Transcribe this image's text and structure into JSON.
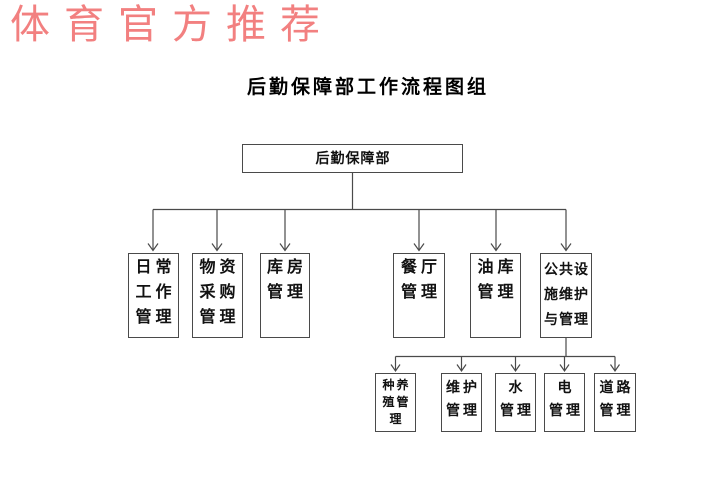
{
  "watermark": {
    "text": "体育官方推荐"
  },
  "title": "后勤保障部工作流程图组",
  "org": {
    "root": {
      "label": "后勤保障部"
    },
    "level2": [
      {
        "label": "日常\n工作\n管理"
      },
      {
        "label": "物资\n采购\n管理"
      },
      {
        "label": "库房\n管理"
      },
      {
        "label": "餐厅\n管理"
      },
      {
        "label": "油库\n管理"
      },
      {
        "label": "公共设\n施维护\n与管理"
      }
    ],
    "level3": [
      {
        "label": "种养\n殖管\n理"
      },
      {
        "label": "维护\n管理"
      },
      {
        "label": "水\n管理"
      },
      {
        "label": "电\n管理"
      },
      {
        "label": "道路\n管理"
      }
    ]
  },
  "colors": {
    "line": "#4a4a4a",
    "text": "#111111",
    "watermark": "#f28080"
  }
}
